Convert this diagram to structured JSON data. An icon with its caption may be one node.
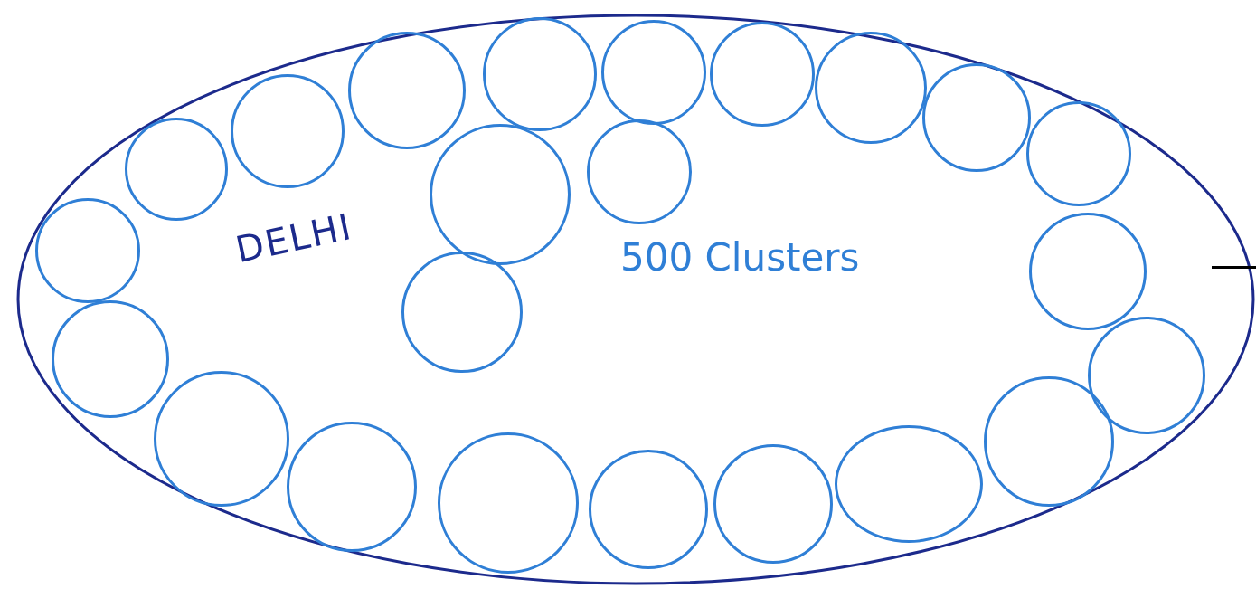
{
  "diagram": {
    "nodes": [
      {
        "text": [
          "DELHI",
          "500 Clusters"
        ]
      },
      {
        "text": [],
        "shape": "circle",
        "in": 0
      },
      {
        "text": [],
        "shape": "circle",
        "in": 0
      },
      {
        "text": [],
        "shape": "circle",
        "in": 0
      },
      {
        "text": [],
        "shape": "circle",
        "in": 0
      },
      {
        "text": [],
        "shape": "circle",
        "in": 0
      },
      {
        "text": [],
        "shape": "circle",
        "in": 0
      },
      {
        "text": [],
        "shape": "circle",
        "in": 0
      },
      {
        "text": [],
        "shape": "circle",
        "in": 0
      },
      {
        "text": [],
        "shape": "circle",
        "in": 0
      },
      {
        "text": [],
        "shape": "circle",
        "in": 0
      },
      {
        "text": [],
        "shape": "circle",
        "in": 0
      },
      {
        "text": [],
        "shape": "circle",
        "in": 0
      },
      {
        "text": [],
        "shape": "circle",
        "in": 0
      },
      {
        "text": [],
        "shape": "circle",
        "in": 0
      },
      {
        "text": [],
        "shape": "circle",
        "in": 0
      },
      {
        "text": [],
        "shape": "circle",
        "in": 0
      },
      {
        "text": [],
        "shape": "circle",
        "in": 0
      },
      {
        "text": [],
        "shape": "circle",
        "in": 0
      },
      {
        "text": [],
        "shape": "circle",
        "in": 0
      },
      {
        "text": [],
        "shape": "circle",
        "in": 0
      },
      {
        "text": [],
        "shape": "circle",
        "in": 0
      },
      {
        "text": [],
        "shape": "circle",
        "in": 0
      },
      {
        "text": [],
        "shape": "circle",
        "in": 0
      }
    ]
  }
}
